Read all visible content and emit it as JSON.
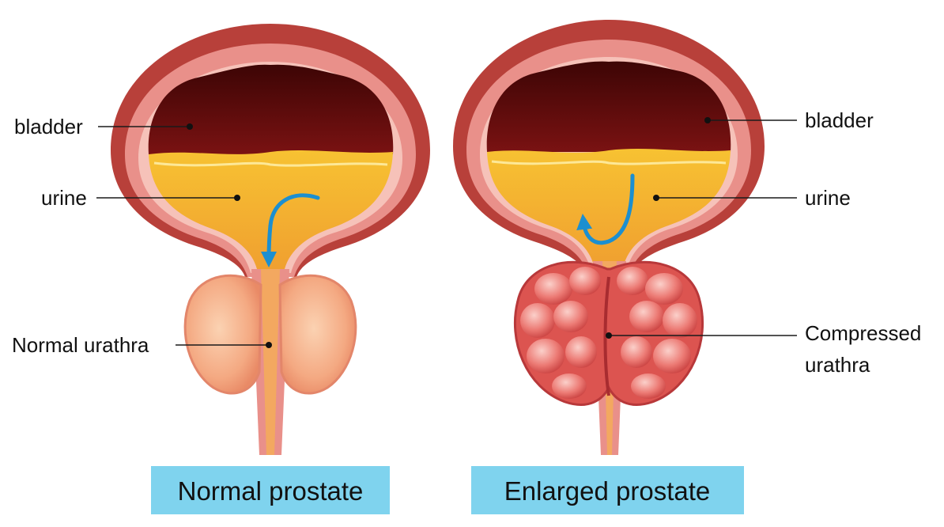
{
  "normal": {
    "caption": "Normal prostate",
    "labels": {
      "bladder": "bladder",
      "urine": "urine",
      "urethra": "Normal urathra"
    }
  },
  "enlarged": {
    "caption": "Enlarged prostate",
    "labels": {
      "bladder": "bladder",
      "urine": "urine",
      "urethra_line1": "Compressed",
      "urethra_line2": "urathra"
    }
  },
  "colors": {
    "bladder_outer": "#b8403a",
    "bladder_wall": "#e9908a",
    "bladder_lining": "#f6c2b9",
    "bladder_cavity": "#5a0a0a",
    "urine": "#f3b52a",
    "prostate_normal": "#f3a47f",
    "prostate_enlarged": "#e5625e",
    "caption_bg": "#7fd3ee",
    "flow_arrow": "#1c8fd0"
  }
}
